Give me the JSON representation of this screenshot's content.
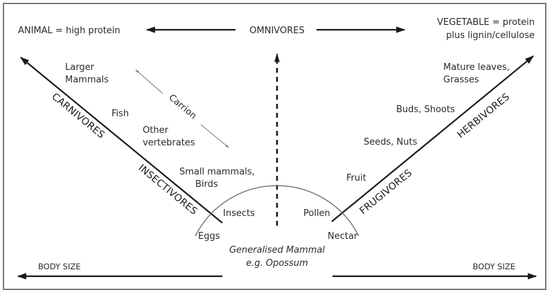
{
  "header": {
    "left_label": "ANIMAL = high protein",
    "center_label": "OMNIVORES",
    "right_label_line1": "VEGETABLE = protein",
    "right_label_line2": "plus lignin/cellulose"
  },
  "left_axis": {
    "outer_category": "CARNIVORES",
    "inner_category": "INSECTIVORES",
    "foods": [
      {
        "line1": "Larger",
        "line2": "Mammals"
      },
      {
        "line1": "Fish",
        "line2": ""
      },
      {
        "line1": "Other",
        "line2": "vertebrates"
      },
      {
        "line1": "Small mammals,",
        "line2": "Birds"
      },
      {
        "line1": "Insects",
        "line2": ""
      },
      {
        "line1": "Eggs",
        "line2": ""
      }
    ],
    "carrion_label": "Carrion"
  },
  "right_axis": {
    "outer_category": "HERBIVORES",
    "inner_category": "FRUGIVORES",
    "foods": [
      {
        "line1": "Mature leaves,",
        "line2": "Grasses"
      },
      {
        "line1": "Buds, Shoots",
        "line2": ""
      },
      {
        "line1": "Seeds, Nuts",
        "line2": ""
      },
      {
        "line1": "Fruit",
        "line2": ""
      },
      {
        "line1": "Pollen",
        "line2": ""
      },
      {
        "line1": "Nectar",
        "line2": ""
      }
    ]
  },
  "center": {
    "line1": "Generalised Mammal",
    "line2": "e.g. Opossum"
  },
  "footer": {
    "left_label": "BODY SIZE",
    "right_label": "BODY SIZE"
  },
  "colors": {
    "ink": "#1a1a1a",
    "text": "#2a2a2a",
    "arc": "#6e6e6e",
    "carrion_arrow": "#777777",
    "frame": "#7a7a7a"
  }
}
